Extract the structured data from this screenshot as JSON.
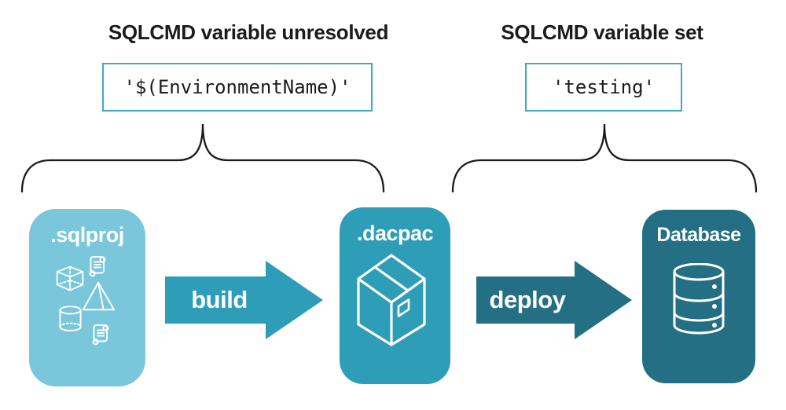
{
  "colors": {
    "sqlproj_bg": "#7AC6DA",
    "dacpac_bg": "#2E9DB8",
    "database_bg": "#246F83",
    "build_arrow": "#2E9DB8",
    "deploy_arrow": "#246F83",
    "code_border": "#3FA9C5",
    "ink": "#1B1B1B",
    "icon_stroke": "#FFFFFF"
  },
  "annotations": {
    "unresolved": {
      "heading": "SQLCMD variable unresolved",
      "code": "'$(EnvironmentName)'"
    },
    "set": {
      "heading": "SQLCMD variable set",
      "code": "'testing'"
    }
  },
  "pipeline": {
    "stages": [
      {
        "label": ".sqlproj",
        "icon": "sql-object-icons (cube, script-scroll, pyramid, cylinder, script-scroll)"
      },
      {
        "label": ".dacpac",
        "icon": "package-box-icon"
      },
      {
        "label": "Database",
        "icon": "database-cylinder-icon"
      }
    ],
    "arrows": [
      {
        "label": "build"
      },
      {
        "label": "deploy"
      }
    ]
  }
}
